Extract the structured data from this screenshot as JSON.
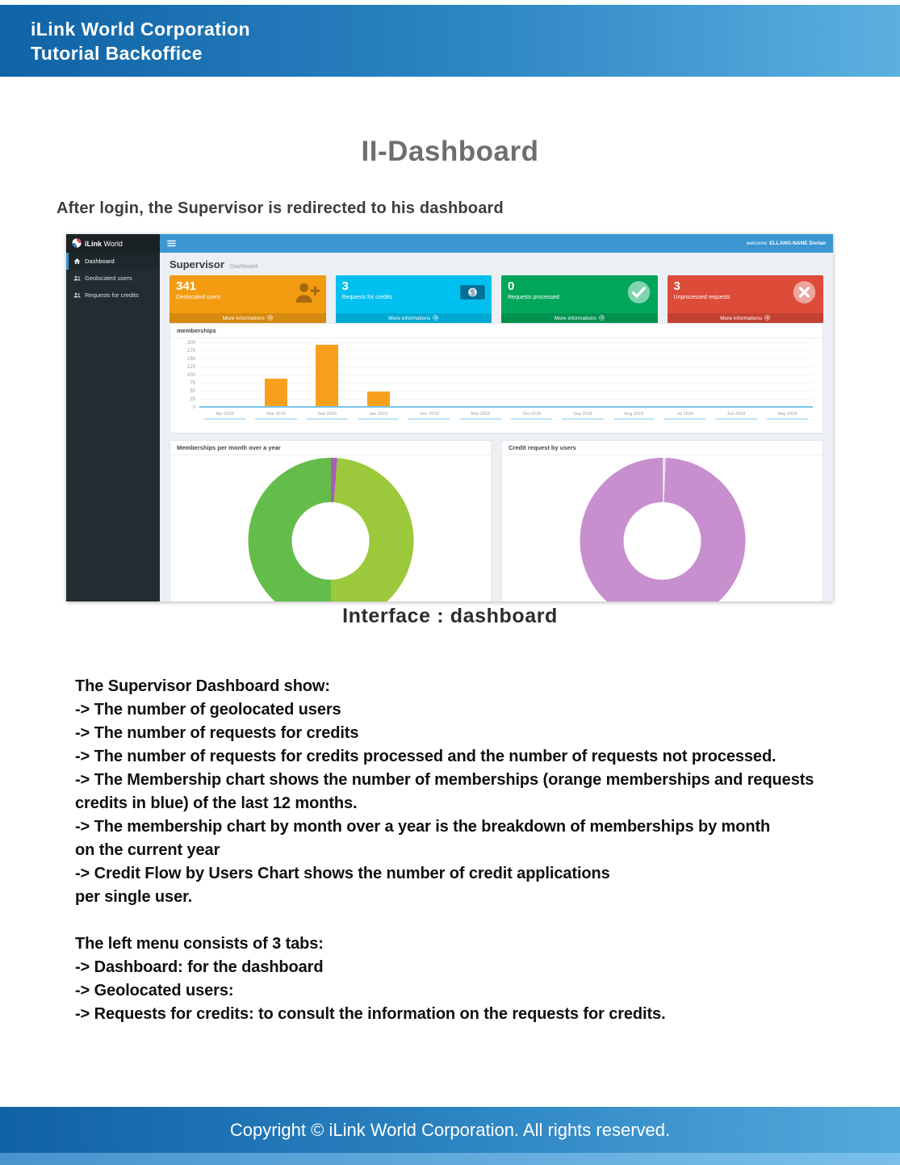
{
  "page": {
    "banner": {
      "line1": "iLink World Corporation",
      "line2": "Tutorial Backoffice"
    },
    "title": "II-Dashboard",
    "intro": "After login, the Supervisor is redirected to his dashboard",
    "caption": "Interface : dashboard",
    "body_lines": [
      "The Supervisor Dashboard show:",
      "-> The number of geolocated users",
      "-> The number of requests for credits",
      "-> The number of requests for credits processed and the number of requests not processed.",
      "-> The Membership chart shows the number of memberships (orange memberships and requests",
      "credits in blue) of the last 12 months.",
      "-> The membership chart by month over a year is the breakdown of memberships by month",
      "on the current year",
      "-> Credit Flow by Users Chart shows the number of credit applications",
      "per single user.",
      "",
      "The left menu consists of 3 tabs:",
      "-> Dashboard: for the dashboard",
      "-> Geolocated users:",
      "-> Requests for credits: to consult the information on the requests for credits."
    ],
    "footer": "Copyright © iLink World Corporation. All rights reserved."
  },
  "dashboard": {
    "navbar": {
      "brand_bold": "iLink",
      "brand_rest": "World",
      "menu_icon": "menu-icon",
      "welcome_prefix": "welcome",
      "welcome_user": "ELLANG-NANE Dorian"
    },
    "sidebar": [
      {
        "label": "Dashboard",
        "icon": "home-icon",
        "active": true
      },
      {
        "label": "Geolocated users",
        "icon": "users-icon",
        "active": false
      },
      {
        "label": "Requests for credits",
        "icon": "users-icon",
        "active": false
      }
    ],
    "page_header": {
      "title": "Supervisor",
      "breadcrumb": "Dashboard"
    },
    "stat_cards": [
      {
        "value": "341",
        "label": "Geolocated users",
        "footer": "More informations",
        "color": "#f39c12",
        "icon": "user-plus-icon"
      },
      {
        "value": "3",
        "label": "Requests for credits",
        "footer": "More informations",
        "color": "#00c0ef",
        "icon": "money-icon"
      },
      {
        "value": "0",
        "label": "Requests processed",
        "footer": "More informations",
        "color": "#00a65a",
        "icon": "check-circle-icon"
      },
      {
        "value": "3",
        "label": "Unprocessed requests",
        "footer": "More informations",
        "color": "#dd4b39",
        "icon": "x-circle-icon"
      }
    ]
  },
  "chart_data": [
    {
      "type": "bar",
      "title": "memberships",
      "categories": [
        "Apr 2019",
        "Mar 2019",
        "Feb 2019",
        "Jan 2019",
        "Dec 2018",
        "Nov 2018",
        "Oct 2018",
        "Sep 2018",
        "Aug 2018",
        "Jul 2018",
        "Jun 2018",
        "May 2018"
      ],
      "series": [
        {
          "name": "memberships",
          "color": "#f8a01d",
          "values": [
            0,
            90,
            195,
            50,
            0,
            0,
            0,
            0,
            0,
            0,
            0,
            0
          ]
        },
        {
          "name": "requests credits",
          "color": "#79c5ea",
          "values": [
            1,
            1,
            1,
            1,
            1,
            1,
            1,
            1,
            1,
            1,
            1,
            1
          ]
        }
      ],
      "ylim": [
        0,
        200
      ],
      "yticks": [
        0,
        25,
        50,
        75,
        100,
        125,
        150,
        175,
        200
      ],
      "grid": true,
      "legend": "none"
    },
    {
      "type": "pie",
      "title": "Memberships per month over a year",
      "donut": true,
      "slices": [
        {
          "value": 1.2,
          "color": "#a95cb8"
        },
        {
          "value": 48.8,
          "color": "#9cc83b"
        },
        {
          "value": 50,
          "color": "#64bd4a"
        }
      ]
    },
    {
      "type": "pie",
      "title": "Credit request by users",
      "donut": true,
      "slices": [
        {
          "value": 0.6,
          "color": "#e9dcec"
        },
        {
          "value": 99.4,
          "color": "#c88fcf"
        }
      ]
    }
  ]
}
